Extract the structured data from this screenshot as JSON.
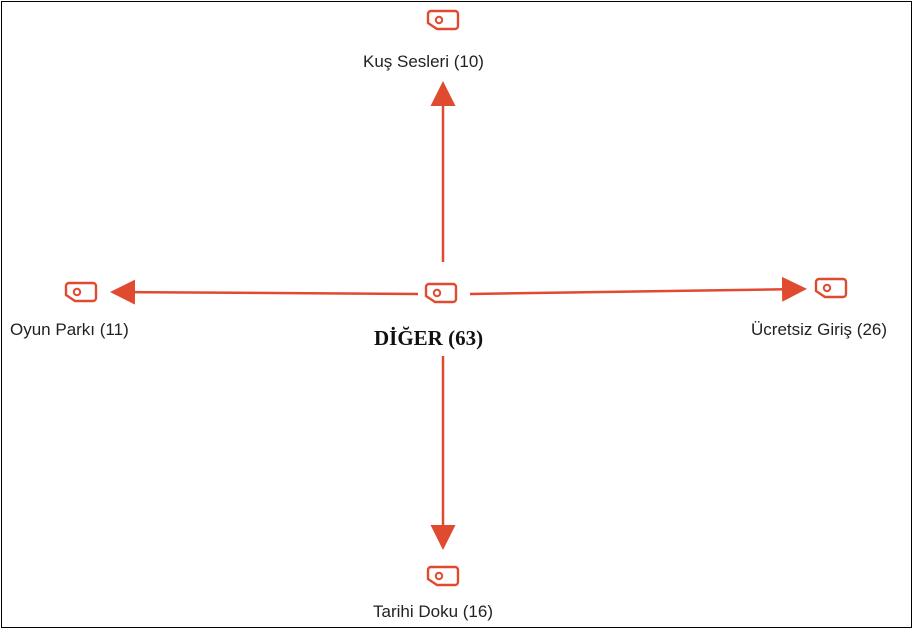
{
  "diagram": {
    "accent_color": "#e04a2f",
    "node_icon": "tag-icon",
    "center": {
      "label": "DİĞER (63)"
    },
    "branches": {
      "top": {
        "label": "Kuş Sesleri (10)"
      },
      "left": {
        "label": "Oyun Parkı (11)"
      },
      "right": {
        "label": "Ücretsiz Giriş (26)"
      },
      "bottom": {
        "label": "Tarihi Doku (16)"
      }
    }
  }
}
